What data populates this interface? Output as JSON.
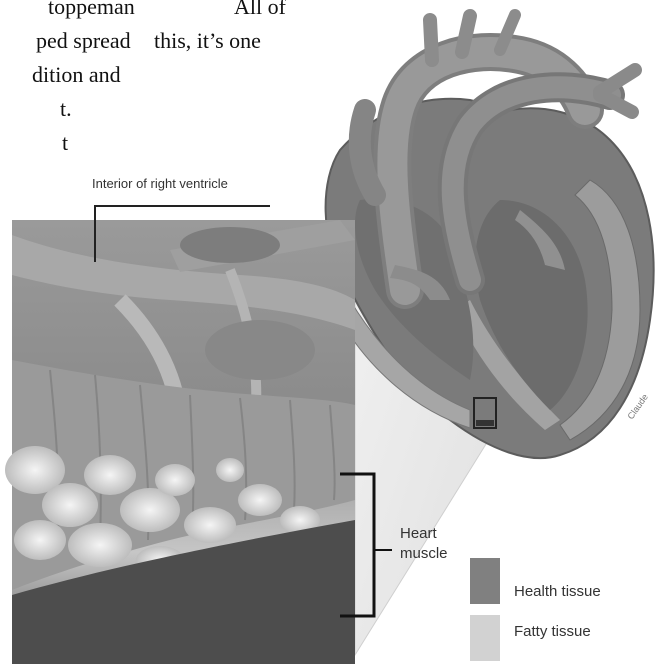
{
  "text_fragments": {
    "line1_left": "toppeman",
    "line1_right": "All of",
    "line2_left": "ped spread",
    "line2_right": "this, it’s one",
    "line3_left": "dition and",
    "line4_left": "t.",
    "line5_left": "t"
  },
  "labels": {
    "interior": "Interior of right ventricle",
    "heart_muscle_1": "Heart",
    "heart_muscle_2": "muscle",
    "legend_healthy": "Health tissue",
    "legend_fatty": "Fatty tissue",
    "signature": "Claude"
  },
  "colors": {
    "heart_dark": "#6f6f6f",
    "heart_mid": "#8a8a8a",
    "heart_light": "#b5b5b5",
    "healthy_swatch": "#808080",
    "fatty_swatch": "#d2d2d2"
  }
}
